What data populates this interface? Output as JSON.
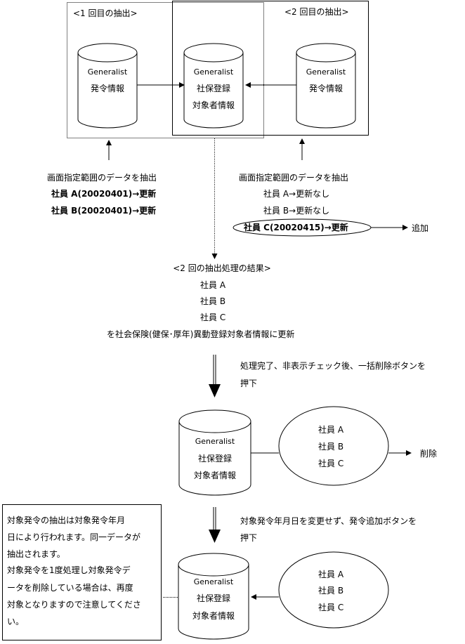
{
  "extraction": {
    "first_label": "<1 回目の抽出>",
    "second_label": "<2 回目の抽出>",
    "left_db": {
      "line1": "Generalist",
      "line2": "発令情報"
    },
    "center_db": {
      "line1": "Generalist",
      "line2": "社保登録",
      "line3": "対象者情報"
    },
    "right_db": {
      "line1": "Generalist",
      "line2": "発令情報"
    }
  },
  "first_pass": {
    "title": "画面指定範囲のデータを抽出",
    "items": [
      "社員 A(20020401)→更新",
      "社員 B(20020401)→更新"
    ]
  },
  "second_pass": {
    "title": "画面指定範囲のデータを抽出",
    "items": [
      "社員 A→更新なし",
      "社員 B→更新なし"
    ],
    "highlighted": "社員 C(20020415)→更新",
    "add_label": "追加"
  },
  "result": {
    "title": "<2 回の抽出処理の結果>",
    "items": [
      "社員 A",
      "社員 B",
      "社員 C"
    ],
    "summary": "を社会保険(健保･厚年)異動登録対象者情報に更新"
  },
  "step_delete": {
    "instruction_line1": "処理完了、非表示チェック後、一括削除ボタンを",
    "instruction_line2": "押下",
    "db": {
      "line1": "Generalist",
      "line2": "社保登録",
      "line3": "対象者情報"
    },
    "employees": [
      "社員 A",
      "社員 B",
      "社員 C"
    ],
    "delete_label": "削除"
  },
  "step_add": {
    "instruction_line1": "対象発令年月日を変更せず、発令追加ボタンを",
    "instruction_line2": "押下",
    "db": {
      "line1": "Generalist",
      "line2": "社保登録",
      "line3": "対象者情報"
    },
    "employees": [
      "社員 A",
      "社員 B",
      "社員 C"
    ]
  },
  "note": {
    "lines": [
      "対象発令の抽出は対象発令年月",
      "日により行われます。同一データが",
      "抽出されます。",
      "対象発令を1度処理し対象発令デ",
      "ータを削除している場合は、再度",
      "対象となりますので注意してくださ",
      "い。"
    ]
  }
}
